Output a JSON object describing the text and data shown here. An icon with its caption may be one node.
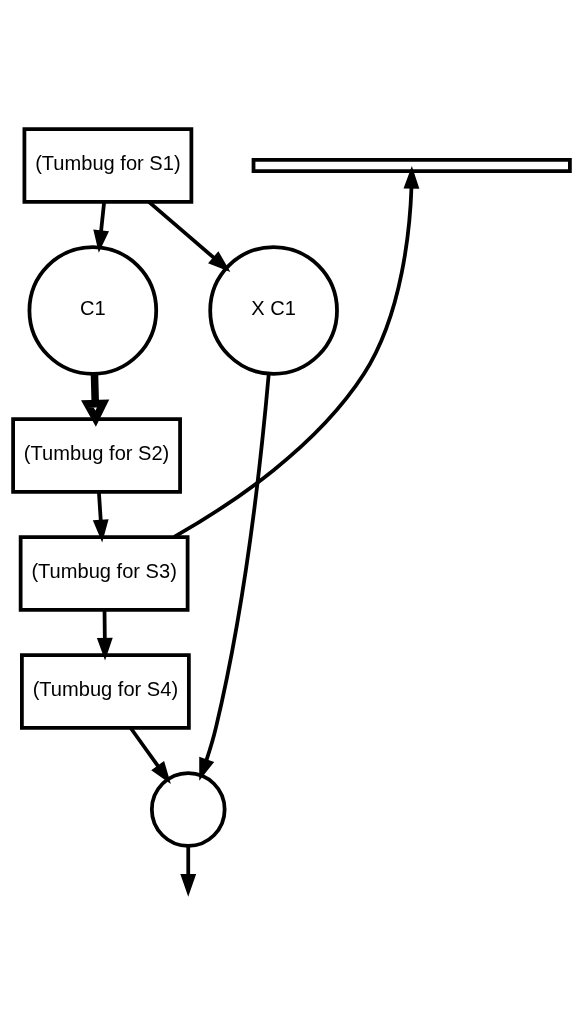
{
  "diagram": {
    "nodes": [
      {
        "text": [
          "(Tumbug for S1)"
        ]
      },
      {
        "text": [],
        "shape": "bar"
      },
      {
        "text": [
          "C1"
        ]
      },
      {
        "text": [
          "X C1"
        ]
      },
      {
        "text": [
          "(Tumbug for S2)"
        ]
      },
      {
        "text": [
          "(Tumbug for S3)"
        ]
      },
      {
        "text": [
          "(Tumbug for S4)"
        ]
      },
      {
        "text": [],
        "shape": "circle"
      }
    ],
    "edges": [
      {
        "from": 0,
        "to": 2,
        "arrow": "to"
      },
      {
        "from": 0,
        "to": 3,
        "arrow": "to"
      },
      {
        "from": 2,
        "to": 4,
        "arrow": "to",
        "style": "thick"
      },
      {
        "from": 4,
        "to": 5,
        "arrow": "to"
      },
      {
        "from": 5,
        "to": 6,
        "arrow": "to"
      },
      {
        "from": 5,
        "to": 1,
        "arrow": "to"
      },
      {
        "from": 6,
        "to": 7,
        "arrow": "to"
      },
      {
        "from": 3,
        "to": 7,
        "arrow": "to"
      },
      {
        "from": 7,
        "to": null,
        "arrow": "to"
      }
    ]
  }
}
